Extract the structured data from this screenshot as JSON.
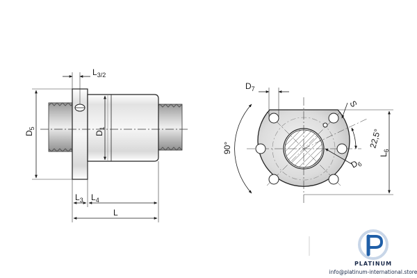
{
  "side_view": {
    "label_l32": "L",
    "label_l32_sub": "3/2",
    "label_d5": "D",
    "label_d5_sub": "5",
    "label_d1": "D",
    "label_d1_sub": "1",
    "label_l3": "L",
    "label_l3_sub": "3",
    "label_l4": "L",
    "label_l4_sub": "4",
    "label_l": "L"
  },
  "front_view": {
    "label_d7": "D",
    "label_d7_sub": "7",
    "label_s": "S",
    "label_angle_small": "22,5°",
    "label_l6": "L",
    "label_l6_sub": "6",
    "label_d6": "D",
    "label_d6_sub": "6",
    "label_angle_large": "90°"
  },
  "watermark": {
    "brand": "PLATINUM",
    "contact": "info@platinum-international.store",
    "logo_letter": "P",
    "colors": {
      "primary": "#1f5fa8",
      "dark": "#1a2a4a",
      "light": "#c8d6e8"
    }
  }
}
